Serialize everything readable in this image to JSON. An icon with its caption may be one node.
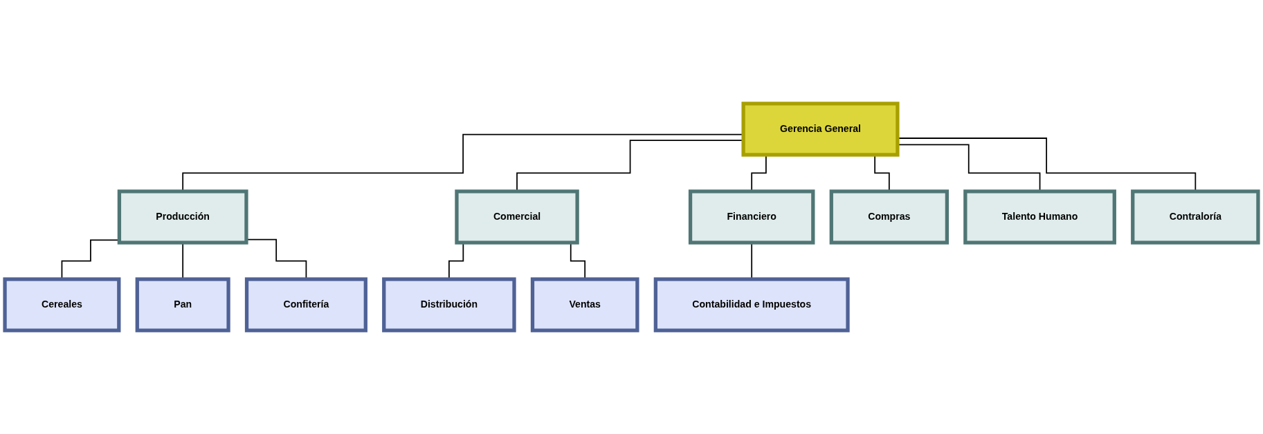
{
  "diagram": {
    "nodes": [
      {
        "text": [
          "Gerencia General"
        ]
      },
      {
        "text": [
          "Producción"
        ]
      },
      {
        "text": [
          "Comercial"
        ]
      },
      {
        "text": [
          "Financiero"
        ]
      },
      {
        "text": [
          "Compras"
        ]
      },
      {
        "text": [
          "Talento Humano"
        ]
      },
      {
        "text": [
          "Contraloría"
        ]
      },
      {
        "text": [
          "Cereales"
        ]
      },
      {
        "text": [
          "Pan"
        ]
      },
      {
        "text": [
          "Confitería"
        ]
      },
      {
        "text": [
          "Distribución"
        ]
      },
      {
        "text": [
          "Ventas"
        ]
      },
      {
        "text": [
          "Contabilidad e Impuestos"
        ]
      }
    ],
    "edges": [
      {
        "from": 0,
        "to": 1,
        "arrow": "none"
      },
      {
        "from": 0,
        "to": 2,
        "arrow": "none"
      },
      {
        "from": 0,
        "to": 3,
        "arrow": "none"
      },
      {
        "from": 0,
        "to": 4,
        "arrow": "none"
      },
      {
        "from": 0,
        "to": 5,
        "arrow": "none"
      },
      {
        "from": 0,
        "to": 6,
        "arrow": "none"
      },
      {
        "from": 1,
        "to": 7,
        "arrow": "none"
      },
      {
        "from": 1,
        "to": 8,
        "arrow": "none"
      },
      {
        "from": 1,
        "to": 9,
        "arrow": "none"
      },
      {
        "from": 2,
        "to": 10,
        "arrow": "none"
      },
      {
        "from": 2,
        "to": 11,
        "arrow": "none"
      },
      {
        "from": 3,
        "to": 12,
        "arrow": "none"
      }
    ]
  }
}
